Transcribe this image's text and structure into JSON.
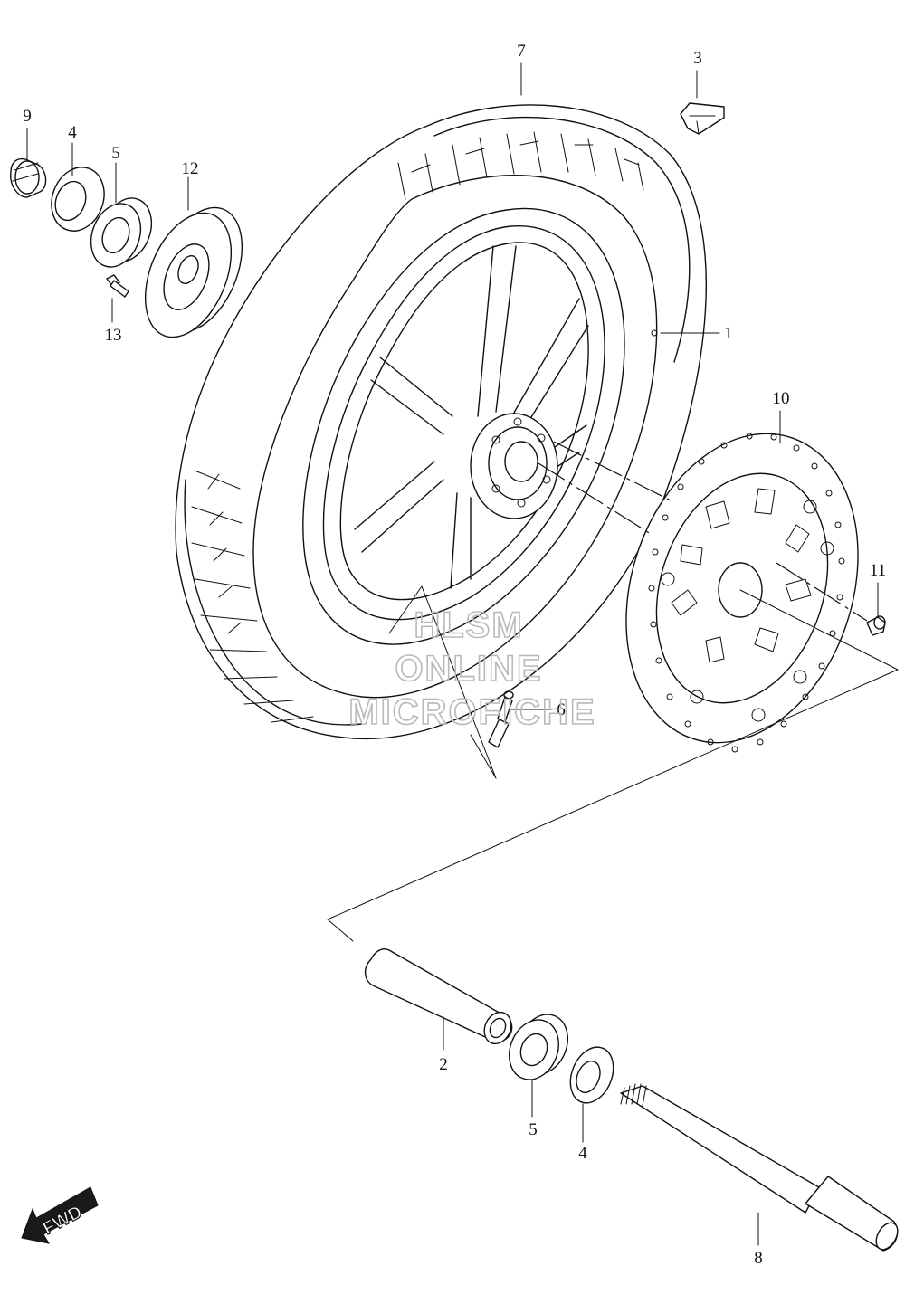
{
  "labels": {
    "p1": "1",
    "p2": "2",
    "p3": "3",
    "p4a": "4",
    "p4b": "4",
    "p5a": "5",
    "p5b": "5",
    "p6": "6",
    "p7": "7",
    "p8": "8",
    "p9": "9",
    "p10": "10",
    "p11": "11",
    "p12": "12",
    "p13": "13"
  },
  "watermark": {
    "line1": "HLSM",
    "line2": "ONLINE",
    "line3": "MICROFICHE"
  },
  "fwd": {
    "text": "FWD"
  }
}
